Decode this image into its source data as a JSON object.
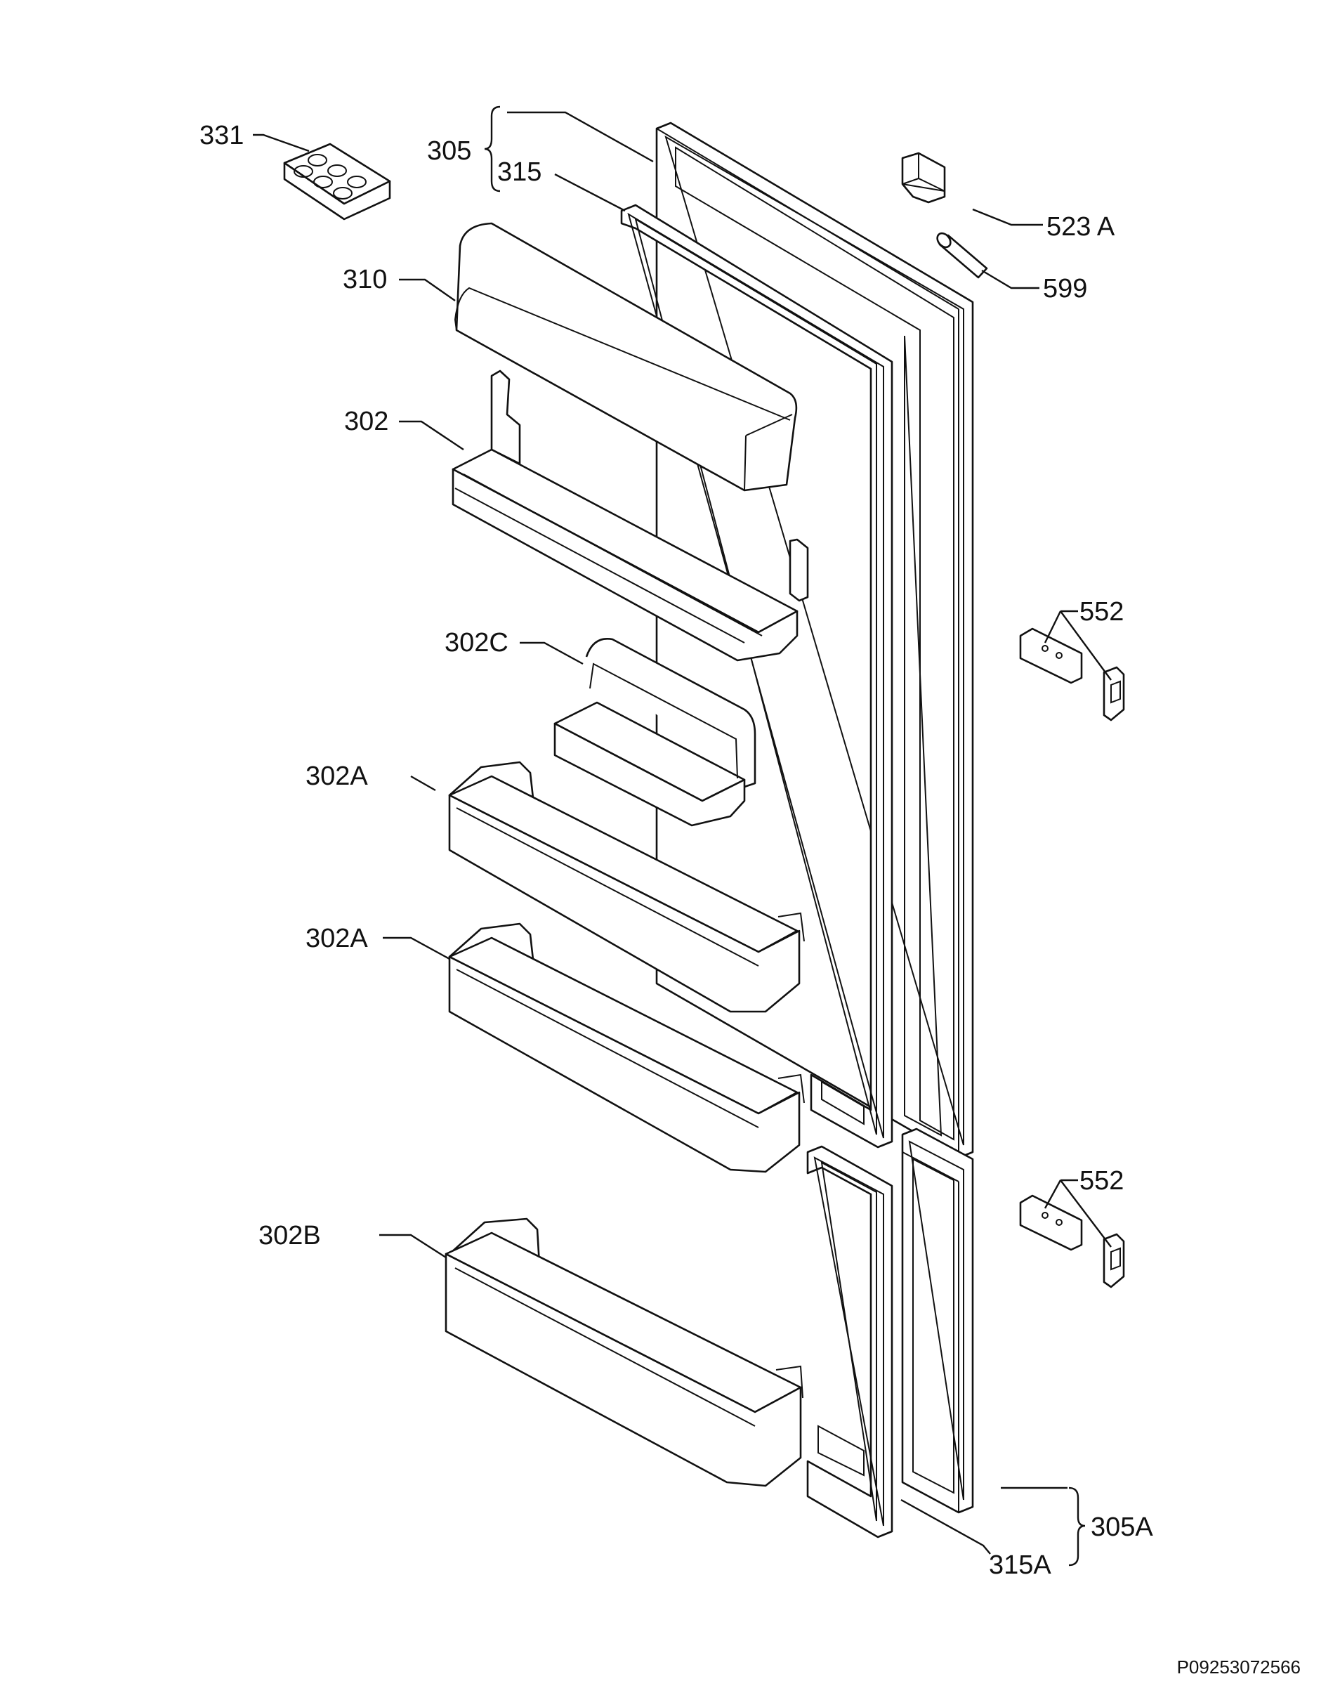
{
  "diagram": {
    "reference_code": "P09253072566",
    "callouts": {
      "p331": "331",
      "p305": "305",
      "p315": "315",
      "p310": "310",
      "p302": "302",
      "p302C": "302C",
      "p302A_upper": "302A",
      "p302A_lower": "302A",
      "p302B": "302B",
      "p523A": "523 A",
      "p599": "599",
      "p552_upper": "552",
      "p552_lower": "552",
      "p305A": "305A",
      "p315A": "315A"
    }
  }
}
